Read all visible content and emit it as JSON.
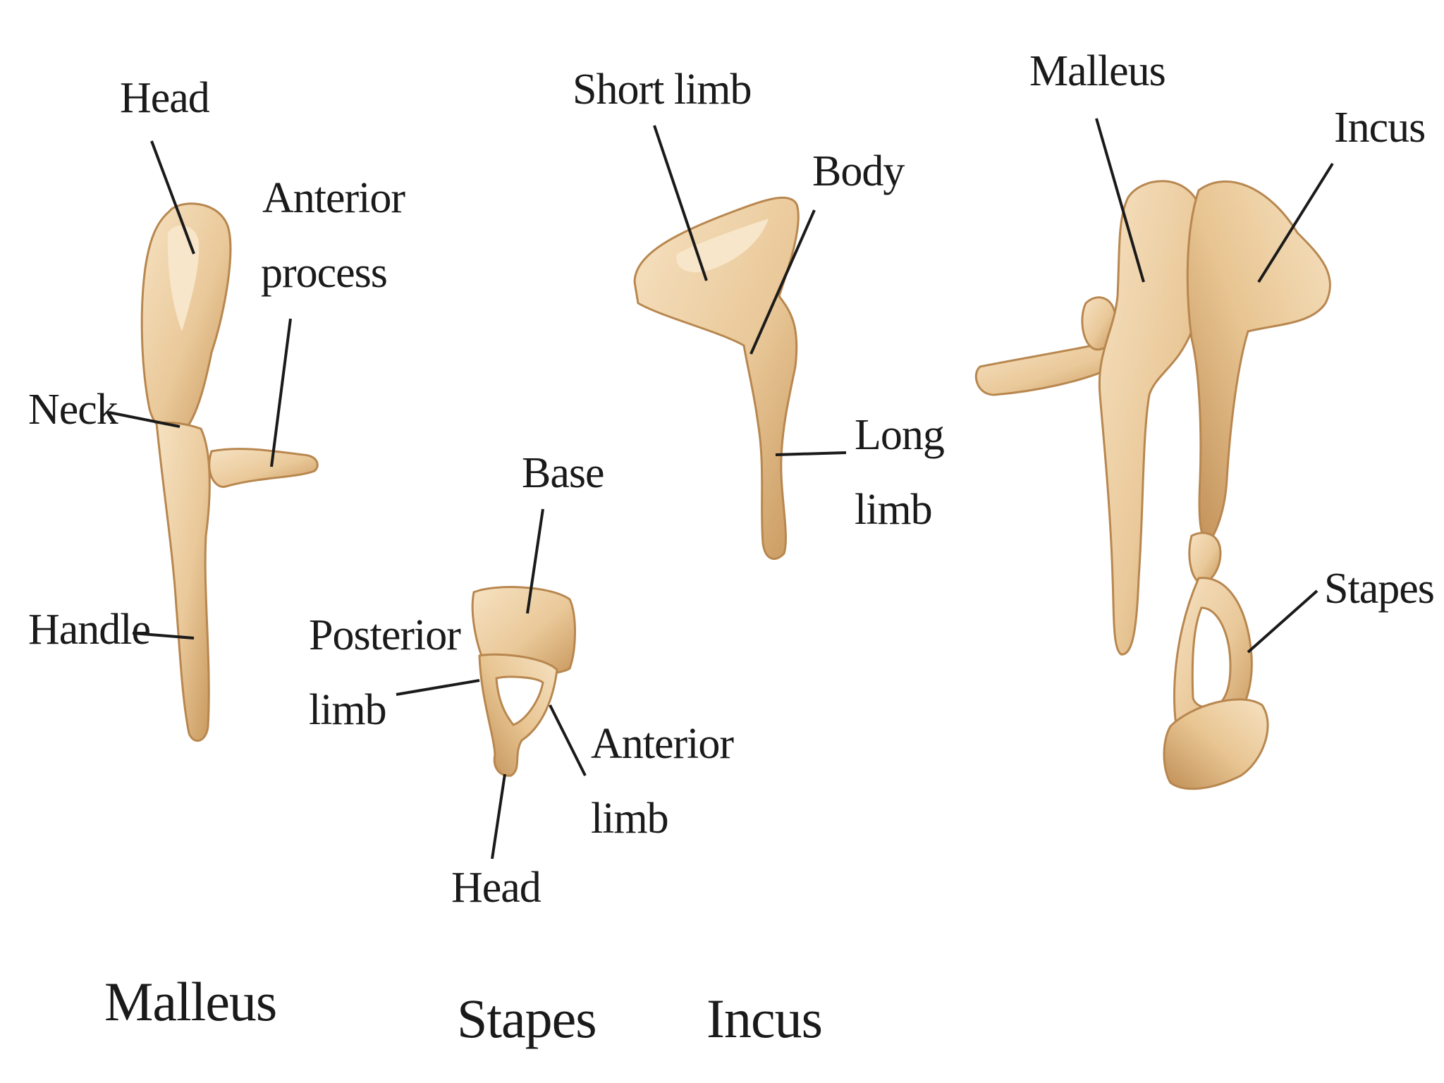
{
  "colors": {
    "bone": "#eac99a",
    "bone_light": "#f6e2c2",
    "bone_shadow": "#c9995e",
    "bone_outline": "#b8874f",
    "text": "#1a1a1a",
    "background": "#ffffff"
  },
  "malleus": {
    "caption": "Malleus",
    "labels": {
      "head": "Head",
      "anterior_process_1": "Anterior",
      "anterior_process_2": "process",
      "neck": "Neck",
      "handle": "Handle"
    }
  },
  "stapes": {
    "caption": "Stapes",
    "labels": {
      "base": "Base",
      "posterior_limb_1": "Posterior",
      "posterior_limb_2": "limb",
      "anterior_limb_1": "Anterior",
      "anterior_limb_2": "limb",
      "head": "Head"
    }
  },
  "incus": {
    "caption": "Incus",
    "labels": {
      "short_limb": "Short limb",
      "body": "Body",
      "long_limb_1": "Long",
      "long_limb_2": "limb"
    }
  },
  "articulated": {
    "labels": {
      "malleus": "Malleus",
      "incus": "Incus",
      "stapes": "Stapes"
    }
  }
}
